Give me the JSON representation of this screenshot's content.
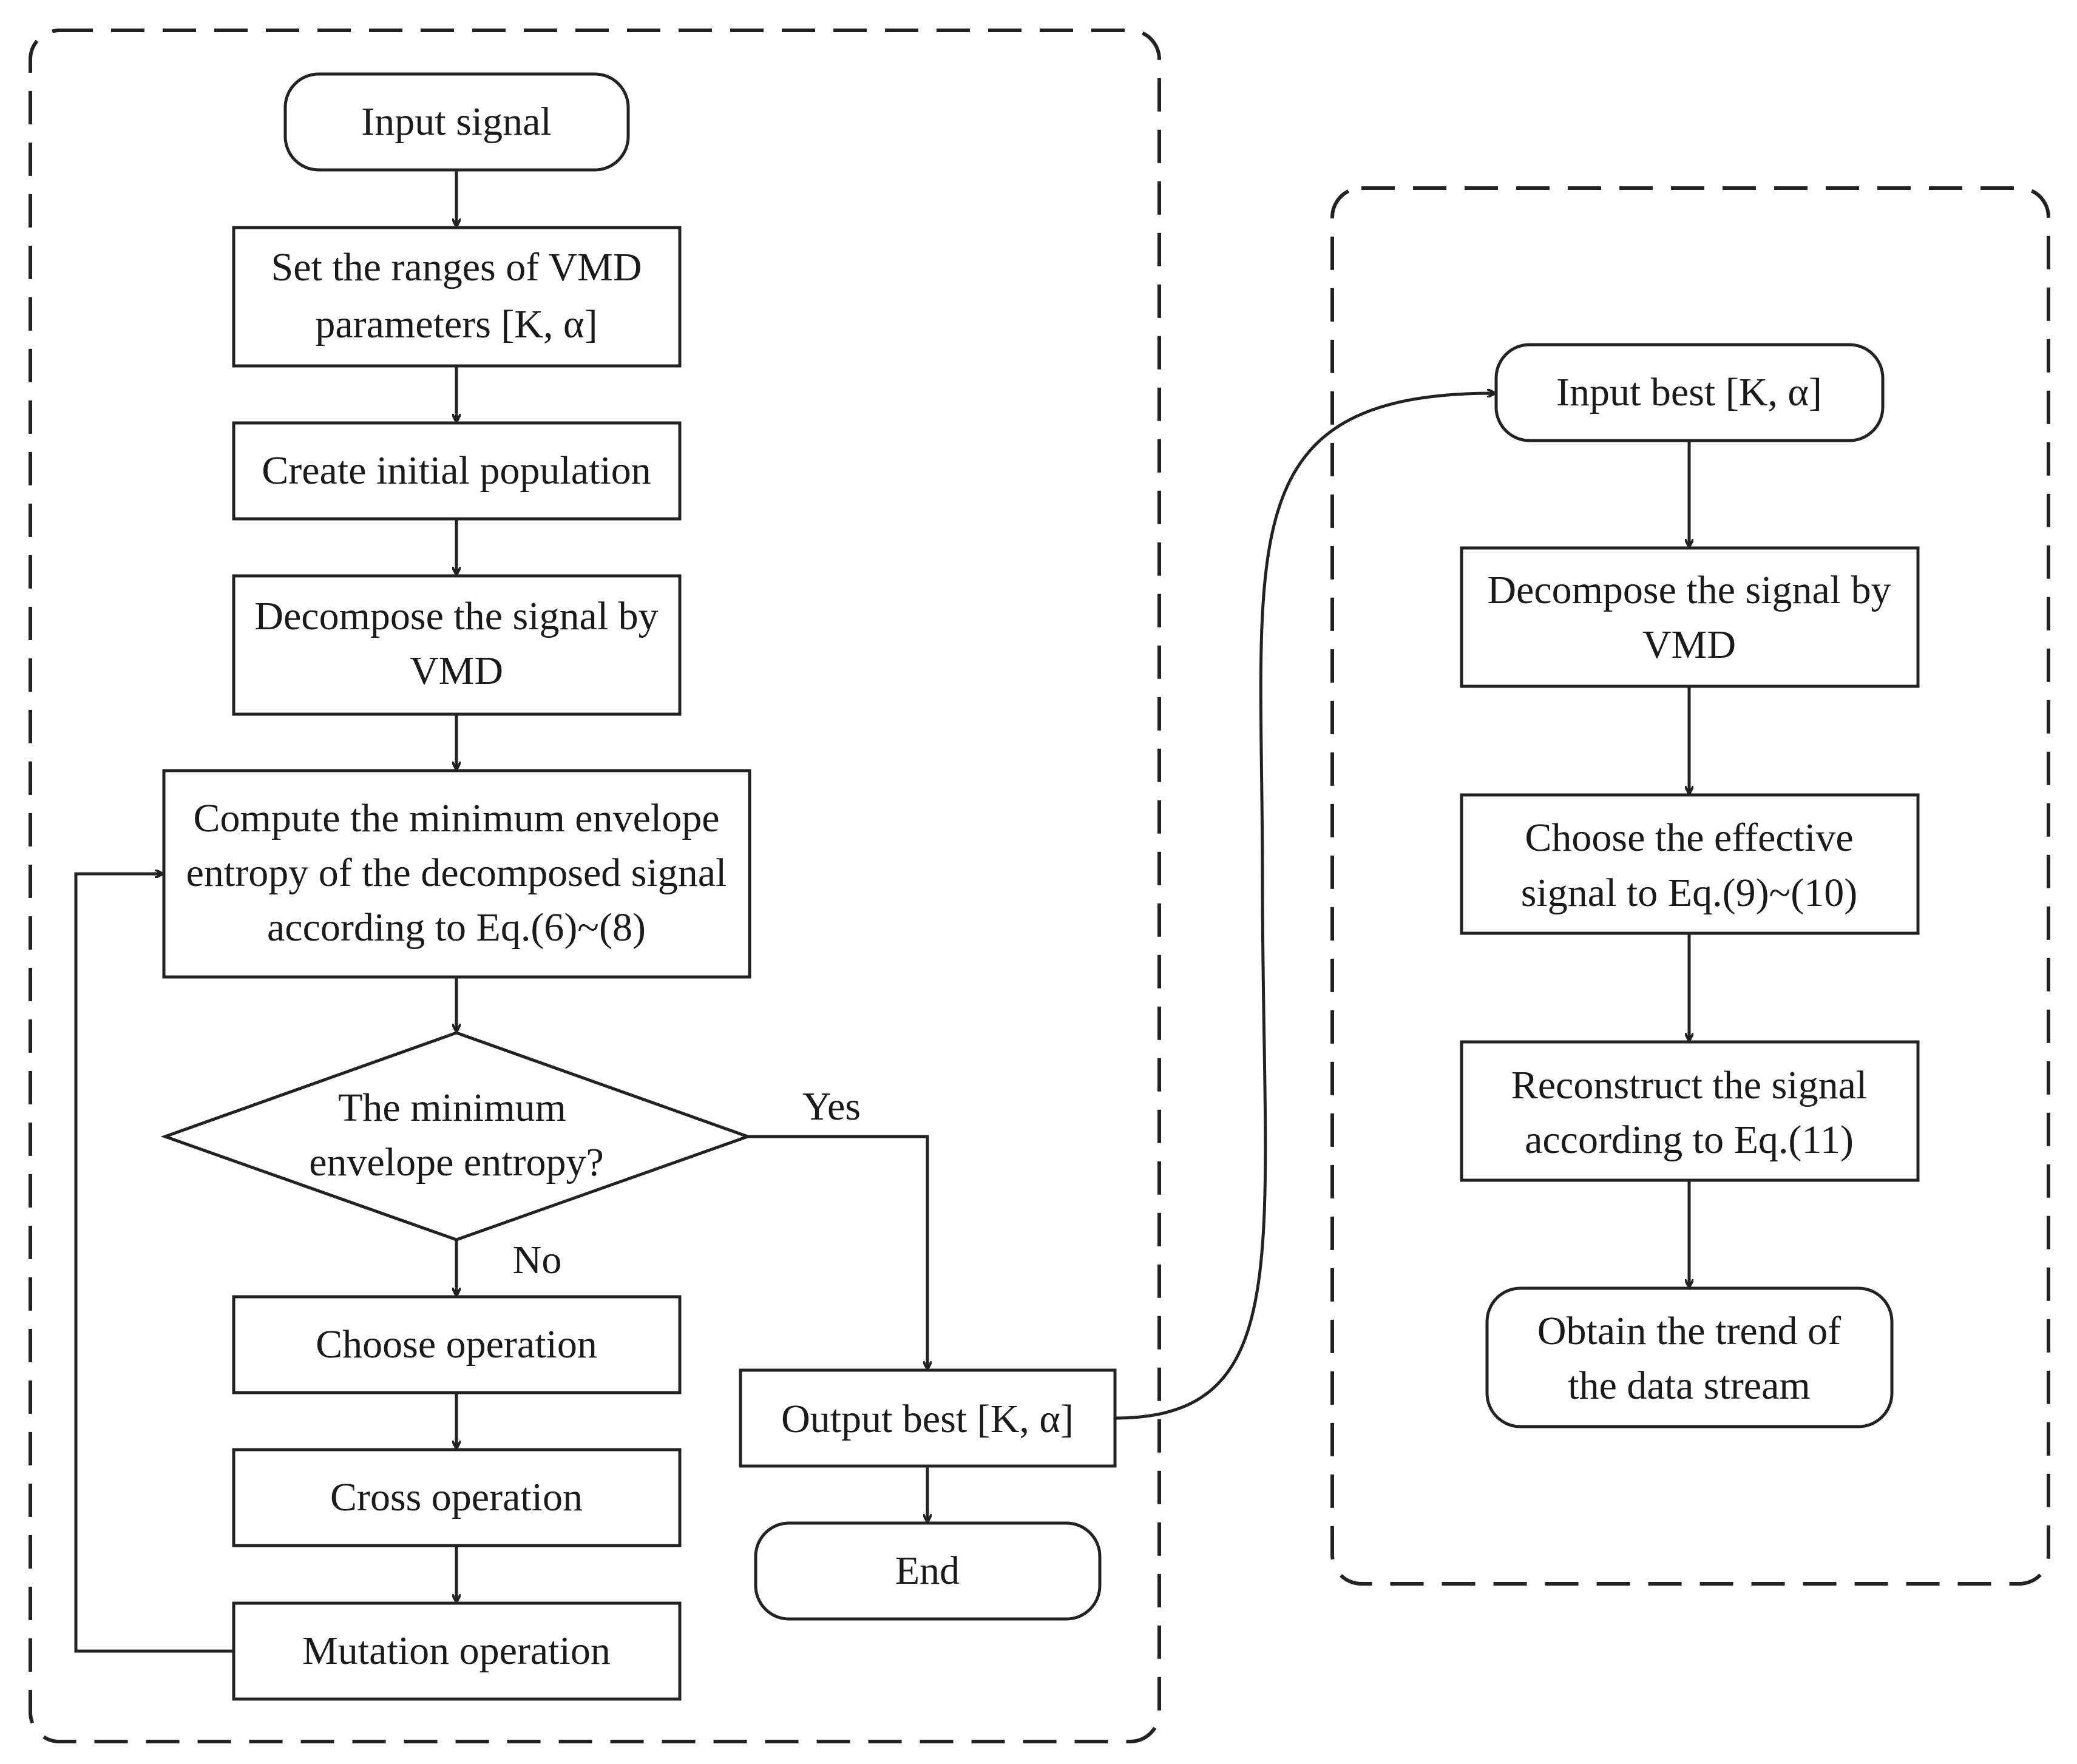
{
  "left_panel": {
    "start": "Input signal",
    "set_ranges": [
      "Set the ranges of VMD",
      "parameters [K, α]"
    ],
    "create_population": "Create initial population",
    "decompose": [
      "Decompose the signal by",
      "VMD"
    ],
    "compute_entropy": [
      "Compute the minimum envelope",
      "entropy of the decomposed signal",
      "according to Eq.(6)~(8)"
    ],
    "decision": [
      "The minimum",
      "envelope entropy?"
    ],
    "yes_label": "Yes",
    "no_label": "No",
    "choose_operation": "Choose operation",
    "cross_operation": "Cross operation",
    "mutation_operation": "Mutation operation",
    "output_best": "Output best [K, α]",
    "end": "End"
  },
  "right_panel": {
    "input_best": "Input best [K, α]",
    "decompose": [
      "Decompose the signal by",
      "VMD"
    ],
    "choose_effective": [
      "Choose the effective",
      "signal to Eq.(9)~(10)"
    ],
    "reconstruct": [
      "Reconstruct the signal",
      "according to Eq.(11)"
    ],
    "obtain_trend": [
      "Obtain  the trend of",
      "the data stream"
    ]
  }
}
